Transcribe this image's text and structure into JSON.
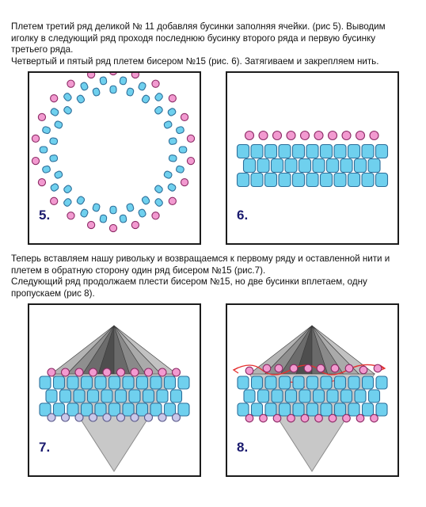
{
  "text_top": [
    "Плетем третий ряд деликой № 11 добавляя бусинки заполняя ячейки. (рис 5). Выводим",
    "иголку в следующий ряд проходя последнюю бусинку второго  ряда и первую бусинку",
    "третьего ряда.",
    "Четвертый и пятый ряд плетем бисером №15 (рис. 6). Затягиваем и закрепляем нить."
  ],
  "text_middle": [
    "Теперь вставляем нашу ривольку и возвращаемся к первому ряду и оставленной нити и",
    "плетем в обратную сторону один ряд бисером №15 (рис.7).",
    "Следующий ряд  продолжаем плести бисером №15, но две бусинки вплетаем, одну",
    "пропускаем (рис 8)."
  ],
  "figures": [
    {
      "id": "fig5",
      "label": "5."
    },
    {
      "id": "fig6",
      "label": "6."
    },
    {
      "id": "fig7",
      "label": "7."
    },
    {
      "id": "fig8",
      "label": "8."
    }
  ],
  "colors": {
    "bead_blue": "#6fd0ee",
    "bead_pink": "#f29ad0",
    "bead_lilac": "#c9c8ea",
    "stone_light": "#c8c8c8",
    "stone_dark": "#5f5f5f",
    "thread": "#e53030",
    "figure_number": "#1a1a6e"
  }
}
